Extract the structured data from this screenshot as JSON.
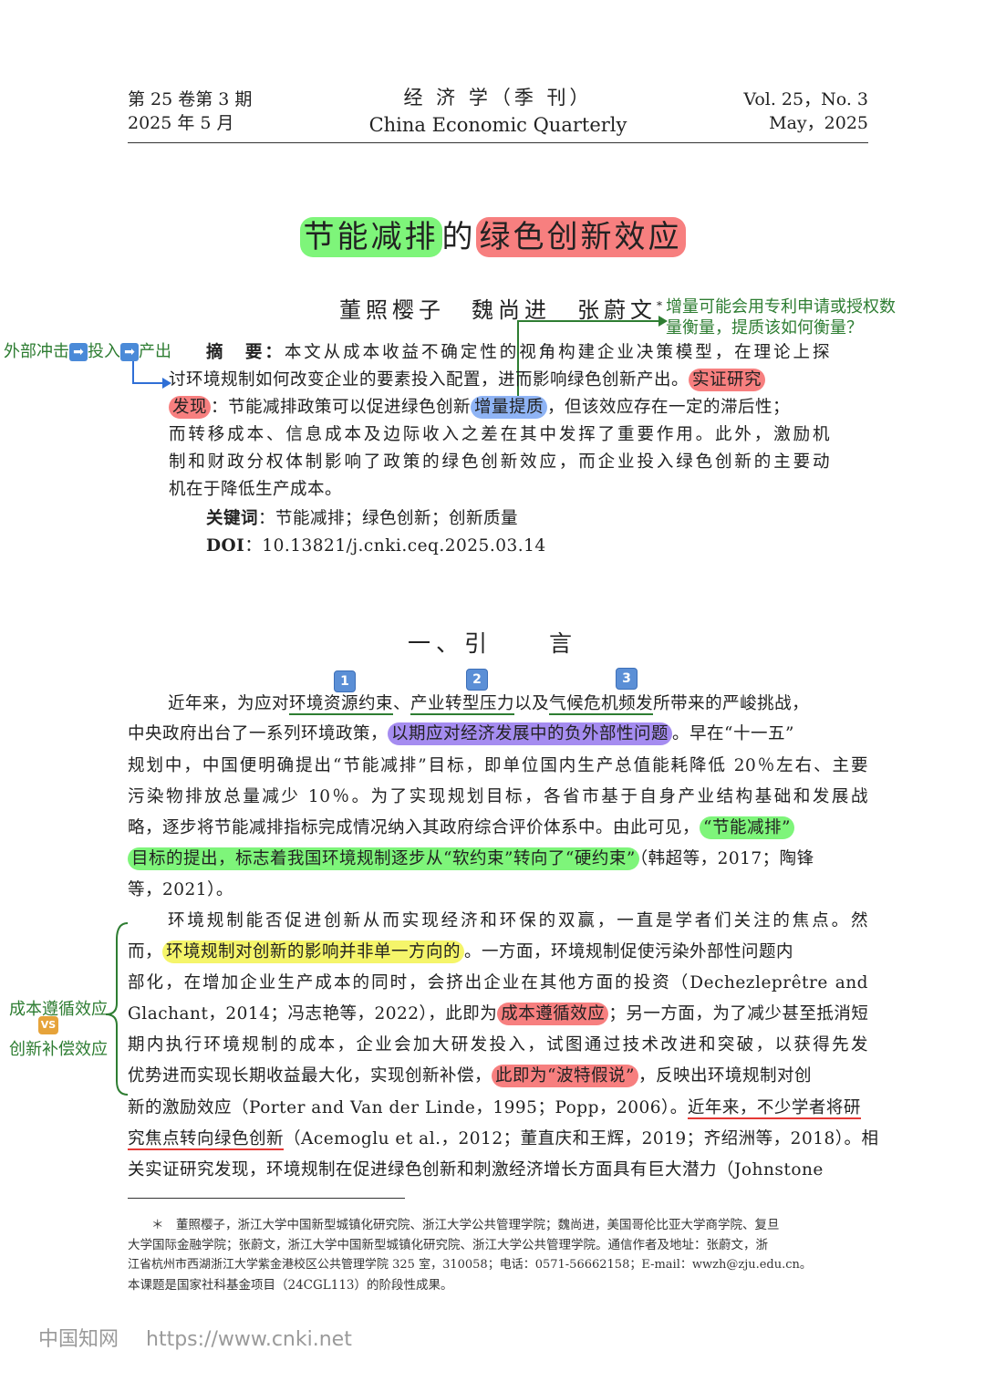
{
  "header": {
    "left_line1": "第 25 卷第 3 期",
    "left_line2": "2025 年 5 月",
    "center_line1": "经 济 学（季 刊）",
    "center_line2": "China Economic Quarterly",
    "right_line1": "Vol. 25，No. 3",
    "right_line2": "May，2025"
  },
  "title": {
    "part1": "节能减排",
    "part2": "的",
    "part3": "绿色创新效应"
  },
  "authors": {
    "names": "董照樱子　魏尚进　张蔚文",
    "mark": "*"
  },
  "annotations": {
    "top_right_line1": "增量可能会用专利申请或授权数",
    "top_right_line2": "量衡量，提质该如何衡量？",
    "left_flow_1": "外部冲击",
    "left_flow_2": "投入",
    "left_flow_3": "产出",
    "arrow_glyph": "➡",
    "badge_1": "1",
    "badge_2": "2",
    "badge_3": "3",
    "effect_a": "成本遵循效应",
    "vs": "VS",
    "effect_b": "创新补偿效应"
  },
  "abstract": {
    "label": "摘　要",
    "colon": "：",
    "l1": "本文从成本收益不确定性的视角构建企业决策模型，在理论上探",
    "l2a": "讨环境规制如何改变企业的要素投入配置，进而影响绿色创新产出。",
    "l2b": "实证研究",
    "l3a": "发现",
    "l3b": "：节能减排政策可以促进绿色创新",
    "l3c": "增量提质",
    "l3d": "，但该效应存在一定的滞后性；",
    "l4": "而转移成本、信息成本及边际收入之差在其中发挥了重要作用。此外，激励机",
    "l5": "制和财政分权体制影响了政策的绿色创新效应，而企业投入绿色创新的主要动",
    "l6": "机在于降低生产成本。",
    "kw_label": "关键词",
    "kw_text": "：节能减排；绿色创新；创新质量",
    "doi_label": "DOI",
    "doi_text": "：10.13821/j.cnki.ceq.2025.03.14"
  },
  "section": {
    "heading": "一、引　　言"
  },
  "body": {
    "p1l1a": "近年来，为应对",
    "p1l1b": "环境资源约束",
    "p1l1c": "、",
    "p1l1d": "产业转型压力",
    "p1l1e": "以及",
    "p1l1f": "气候危机频发",
    "p1l1g": "所带来的严峻挑战，",
    "p1l2a": "中央政府出台了一系列环境政策，",
    "p1l2b": "以期应对经济发展中的负外部性问题",
    "p1l2c": "。早在“十一五”",
    "p1l3": "规划中，中国便明确提出“节能减排”目标，即单位国内生产总值能耗降低 20％左右、主要",
    "p1l4": "污染物排放总量减少 10％。为了实现规划目标，各省市基于自身产业结构基础和发展战",
    "p1l5a": "略，逐步将节能减排指标完成情况纳入其政府综合评价体系中。由此可见，",
    "p1l5b": "“节能减排”",
    "p1l6a": "目标的提出，标志着我国环境规制逐步从“软约束”转向了“硬约束”",
    "p1l6b": "（韩超等，2017；陶锋",
    "p1l7": "等，2021）。",
    "p2l1": "环境规制能否促进创新从而实现经济和环保的双赢，一直是学者们关注的焦点。然",
    "p2l2a": "而，",
    "p2l2b": "环境规制对创新的影响并非单一方向的",
    "p2l2c": "。一方面，环境规制促使污染外部性问题内",
    "p2l3": "部化，在增加企业生产成本的同时，会挤出企业在其他方面的投资（Dechezleprêtre and",
    "p2l4a": "Glachant，2014；冯志艳等，2022），此即为",
    "p2l4b": "成本遵循效应",
    "p2l4c": "；另一方面，为了减少甚至抵消短",
    "p2l5": "期内执行环境规制的成本，企业会加大研发投入，试图通过技术改进和突破，以获得先发",
    "p2l6a": "优势进而实现长期收益最大化，实现创新补偿，",
    "p2l6b": "此即为“波特假说”",
    "p2l6c": "，反映出环境规制对创",
    "p2l7a": "新的激励效应（Porter and Van der Linde，1995；Popp，2006）。",
    "p2l7b": "近年来，不少学者将研",
    "p2l8a": "究焦点转向绿色创新",
    "p2l8b": "（Acemoglu et al.，2012；董直庆和王辉，2019；齐绍洲等，2018）。相",
    "p2l9": "关实证研究发现，环境规制在促进绿色创新和刺激经济增长方面具有巨大潜力（Johnstone"
  },
  "footnote": {
    "l1": "＊　董照樱子，浙江大学中国新型城镇化研究院、浙江大学公共管理学院；魏尚进，美国哥伦比亚大学商学院、复旦",
    "l2": "大学国际金融学院；张蔚文，浙江大学中国新型城镇化研究院、浙江大学公共管理学院。通信作者及地址：张蔚文，浙",
    "l3": "江省杭州市西湖浙江大学紫金港校区公共管理学院 325 室，310058；电话：0571-56662158；E-mail：wwzh@zju.edu.cn。",
    "l4": "本课题是国家社科基金项目（24CGL113）的阶段性成果。"
  },
  "watermark": {
    "brand": "中国知网",
    "url": "https://www.cnki.net"
  }
}
